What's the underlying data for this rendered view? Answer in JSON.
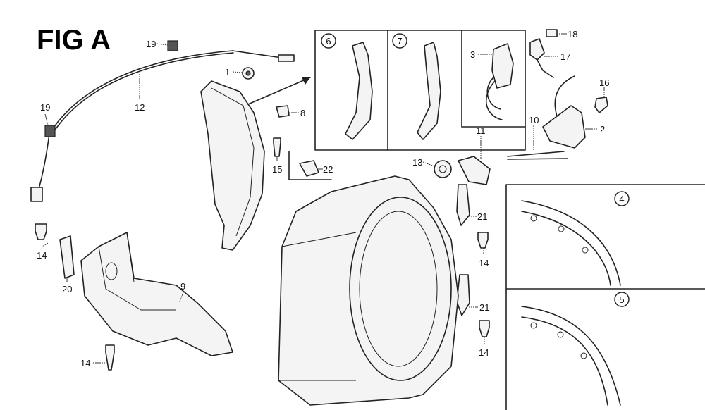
{
  "figure_title": "FIG A",
  "callouts": {
    "p1": "1",
    "p2": "2",
    "p3": "3",
    "p8": "8",
    "p9": "9",
    "p10": "10",
    "p11": "11",
    "p12": "12",
    "p13": "13",
    "p14a": "14",
    "p14b": "14",
    "p14c": "14",
    "p14d": "14",
    "p15": "15",
    "p16": "16",
    "p17": "17",
    "p18": "18",
    "p19a": "19",
    "p19b": "19",
    "p20": "20",
    "p21a": "21",
    "p21b": "21",
    "p22": "22"
  },
  "detail_views": {
    "v4": "4",
    "v5": "5",
    "v6": "6",
    "v7": "7"
  }
}
